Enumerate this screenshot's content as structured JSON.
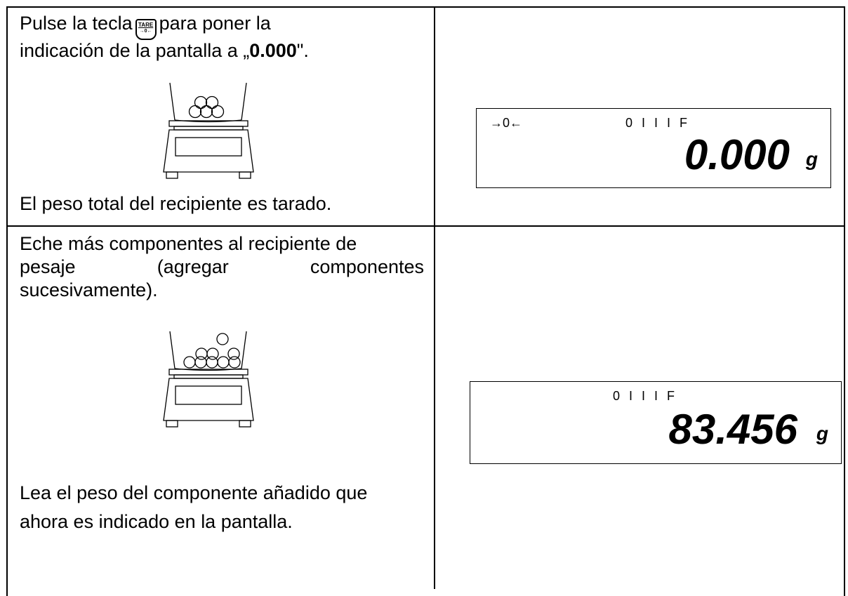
{
  "step1": {
    "line1_before": "Pulse la tecla",
    "line1_after": "para poner la",
    "line2_before": "indicación de la pantalla a „",
    "line2_bold": "0.000",
    "line2_after": "\".",
    "note": "El peso total del recipiente es tarado.",
    "key_top": "TARE",
    "key_bottom": "→0←"
  },
  "step2": {
    "line1": "Eche más componentes al recipiente de",
    "line2_words": [
      "pesaje",
      "(agregar",
      "componentes"
    ],
    "line3": "sucesivamente).",
    "note_line1": "Lea el peso del componente añadido que",
    "note_line2": "ahora es indicado en la pantalla."
  },
  "display1": {
    "zero_indicator": "→0←",
    "flags": "0 I I I F",
    "value": "0.000",
    "unit": "g"
  },
  "display2": {
    "flags": "0 I I I F",
    "value": "83.456",
    "unit": "g"
  },
  "icons": [
    "tare-key-icon",
    "scale-with-container-icon",
    "scale-adding-components-icon"
  ]
}
